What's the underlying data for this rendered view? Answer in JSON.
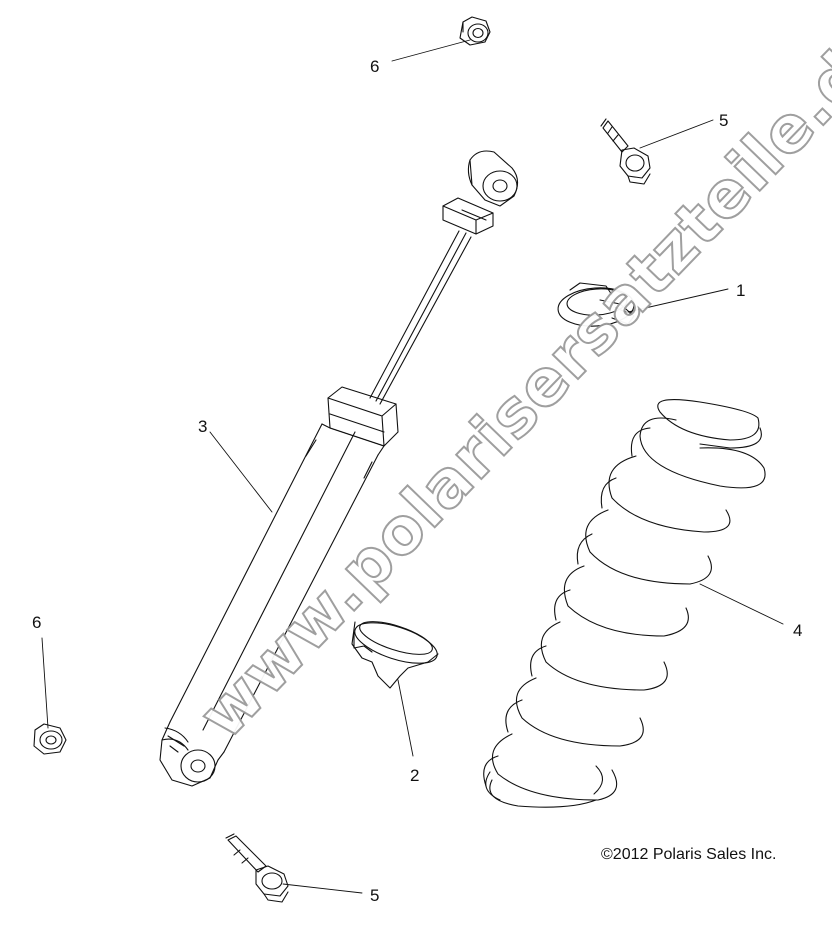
{
  "callouts": {
    "c1": "1",
    "c2": "2",
    "c3": "3",
    "c4": "4",
    "c5_top": "5",
    "c5_bottom": "5",
    "c6_top": "6",
    "c6_left": "6"
  },
  "copyright": "©2012 Polaris Sales Inc.",
  "watermark": "www.polarisersatzteile.de",
  "colors": {
    "line": "#111111",
    "watermark_outline": "#9a9a9a",
    "background": "#ffffff"
  }
}
